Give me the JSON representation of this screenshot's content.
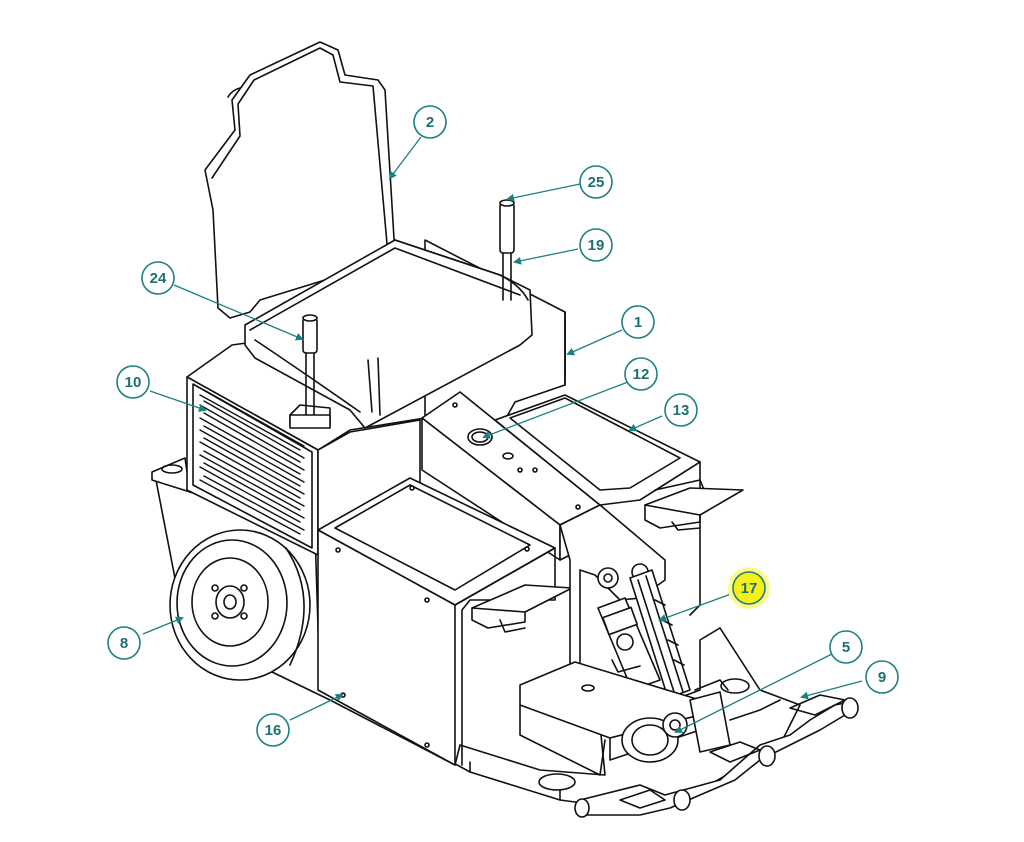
{
  "colors": {
    "callout_ring": "#1d8080",
    "callout_text": "#1d7070",
    "callout_fill": "#ffffff",
    "highlight_fill": "#f6f01a",
    "highlight_glow": "#fffb8a",
    "line_art": "#111111",
    "background": "#ffffff"
  },
  "callouts": [
    {
      "id": "2",
      "label": "2",
      "highlighted": false
    },
    {
      "id": "25",
      "label": "25",
      "highlighted": false
    },
    {
      "id": "19",
      "label": "19",
      "highlighted": false
    },
    {
      "id": "24",
      "label": "24",
      "highlighted": false
    },
    {
      "id": "1",
      "label": "1",
      "highlighted": false
    },
    {
      "id": "12",
      "label": "12",
      "highlighted": false
    },
    {
      "id": "13",
      "label": "13",
      "highlighted": false
    },
    {
      "id": "10",
      "label": "10",
      "highlighted": false
    },
    {
      "id": "17",
      "label": "17",
      "highlighted": true
    },
    {
      "id": "5",
      "label": "5",
      "highlighted": false
    },
    {
      "id": "9",
      "label": "9",
      "highlighted": false
    },
    {
      "id": "8",
      "label": "8",
      "highlighted": false
    },
    {
      "id": "16",
      "label": "16",
      "highlighted": false
    }
  ]
}
